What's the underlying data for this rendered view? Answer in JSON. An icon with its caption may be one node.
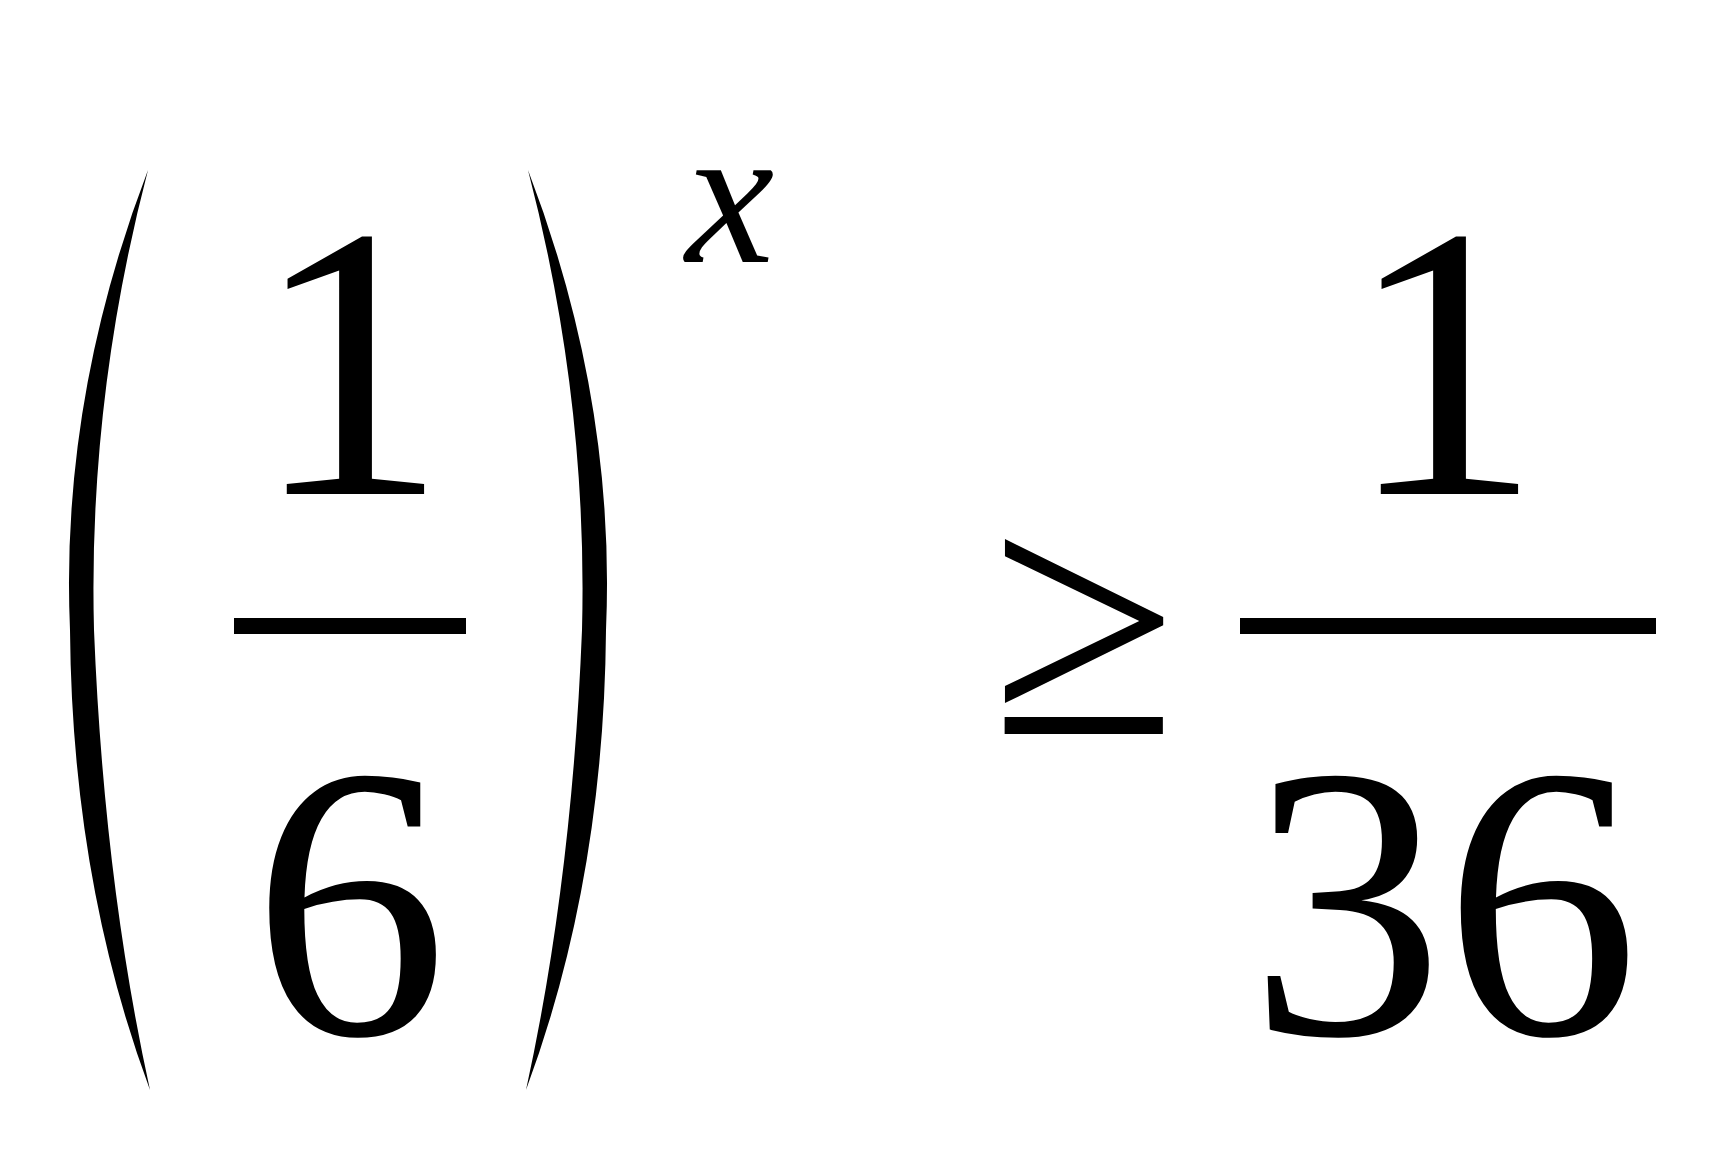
{
  "diagram": {
    "labels": [
      "1",
      "6",
      "x",
      "≥",
      "1",
      "36"
    ]
  }
}
